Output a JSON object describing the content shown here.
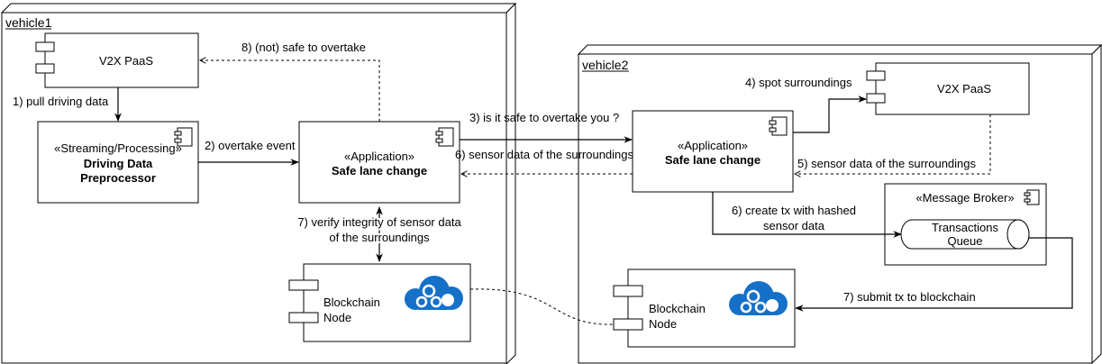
{
  "nodes": {
    "vehicle1": {
      "label": "vehicle1"
    },
    "vehicle2": {
      "label": "vehicle2"
    }
  },
  "components": {
    "v2x_paas_1": {
      "label": "V2X PaaS"
    },
    "preprocessor": {
      "stereotype": "«Streaming/Processing»",
      "name_line1": "Driving Data",
      "name_line2": "Preprocessor"
    },
    "app1": {
      "stereotype": "«Application»",
      "name": "Safe lane change"
    },
    "blockchain1": {
      "line1": "Blockchain",
      "line2": "Node"
    },
    "v2x_paas_2": {
      "label": "V2X PaaS"
    },
    "app2": {
      "stereotype": "«Application»",
      "name": "Safe lane change"
    },
    "broker": {
      "stereotype": "«Message Broker»",
      "queue_line1": "Transactions",
      "queue_line2": "Queue"
    },
    "blockchain2": {
      "line1": "Blockchain",
      "line2": "Node"
    }
  },
  "edges": {
    "e1": "1) pull driving data",
    "e2": "2) overtake event",
    "e3": "3) is it safe to overtake you ?",
    "e4": "4) spot surroundings",
    "e5": "5) sensor data of the surroundings",
    "e6a": "6) sensor data of the surroundings",
    "e6b_line1": "6) create tx with hashed",
    "e6b_line2": "sensor data",
    "e7a": "7) submit tx to blockchain",
    "e7b_line1": "7) verify integrity of sensor data",
    "e7b_line2": "of the surroundings",
    "e8": "8) (not) safe to overtake"
  },
  "colors": {
    "line": "#000000",
    "cloud_icon": "#1570c8",
    "background": "#ffffff"
  },
  "icons": {
    "component": "uml-component-icon",
    "cloud": "blockchain-cloud-icon"
  }
}
